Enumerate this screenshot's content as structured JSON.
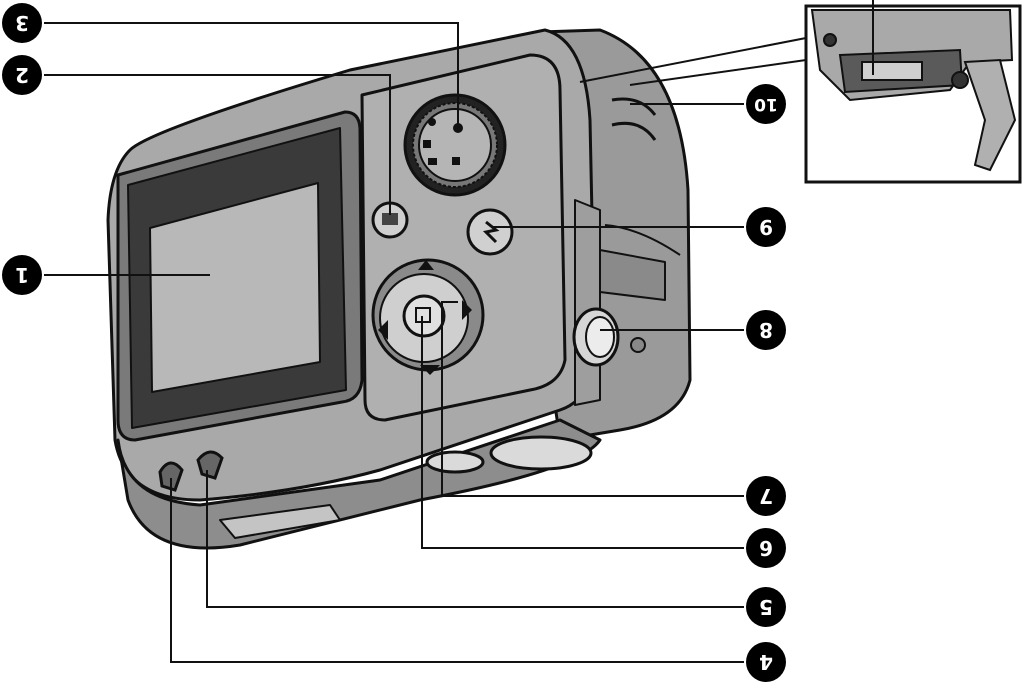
{
  "diagram": {
    "callouts": [
      {
        "id": "lcd-screen",
        "label": "1"
      },
      {
        "id": "menu-button",
        "label": "2"
      },
      {
        "id": "mode-dial",
        "label": "3"
      },
      {
        "id": "strap-eyelet-left",
        "label": "4"
      },
      {
        "id": "strap-eyelet-right",
        "label": "5"
      },
      {
        "id": "ok-button",
        "label": "6"
      },
      {
        "id": "four-way-controller",
        "label": "7"
      },
      {
        "id": "shutter-button",
        "label": "8"
      },
      {
        "id": "flash-button",
        "label": "9"
      },
      {
        "id": "battery-cover",
        "label": "10"
      }
    ],
    "colors": {
      "line": "#111111",
      "body_fill": "#a9a9a9",
      "body_dark": "#6f6f6f",
      "body_light": "#cfcfcf",
      "screen_fill": "#b8b8b8",
      "badge_fill": "#000000"
    }
  }
}
